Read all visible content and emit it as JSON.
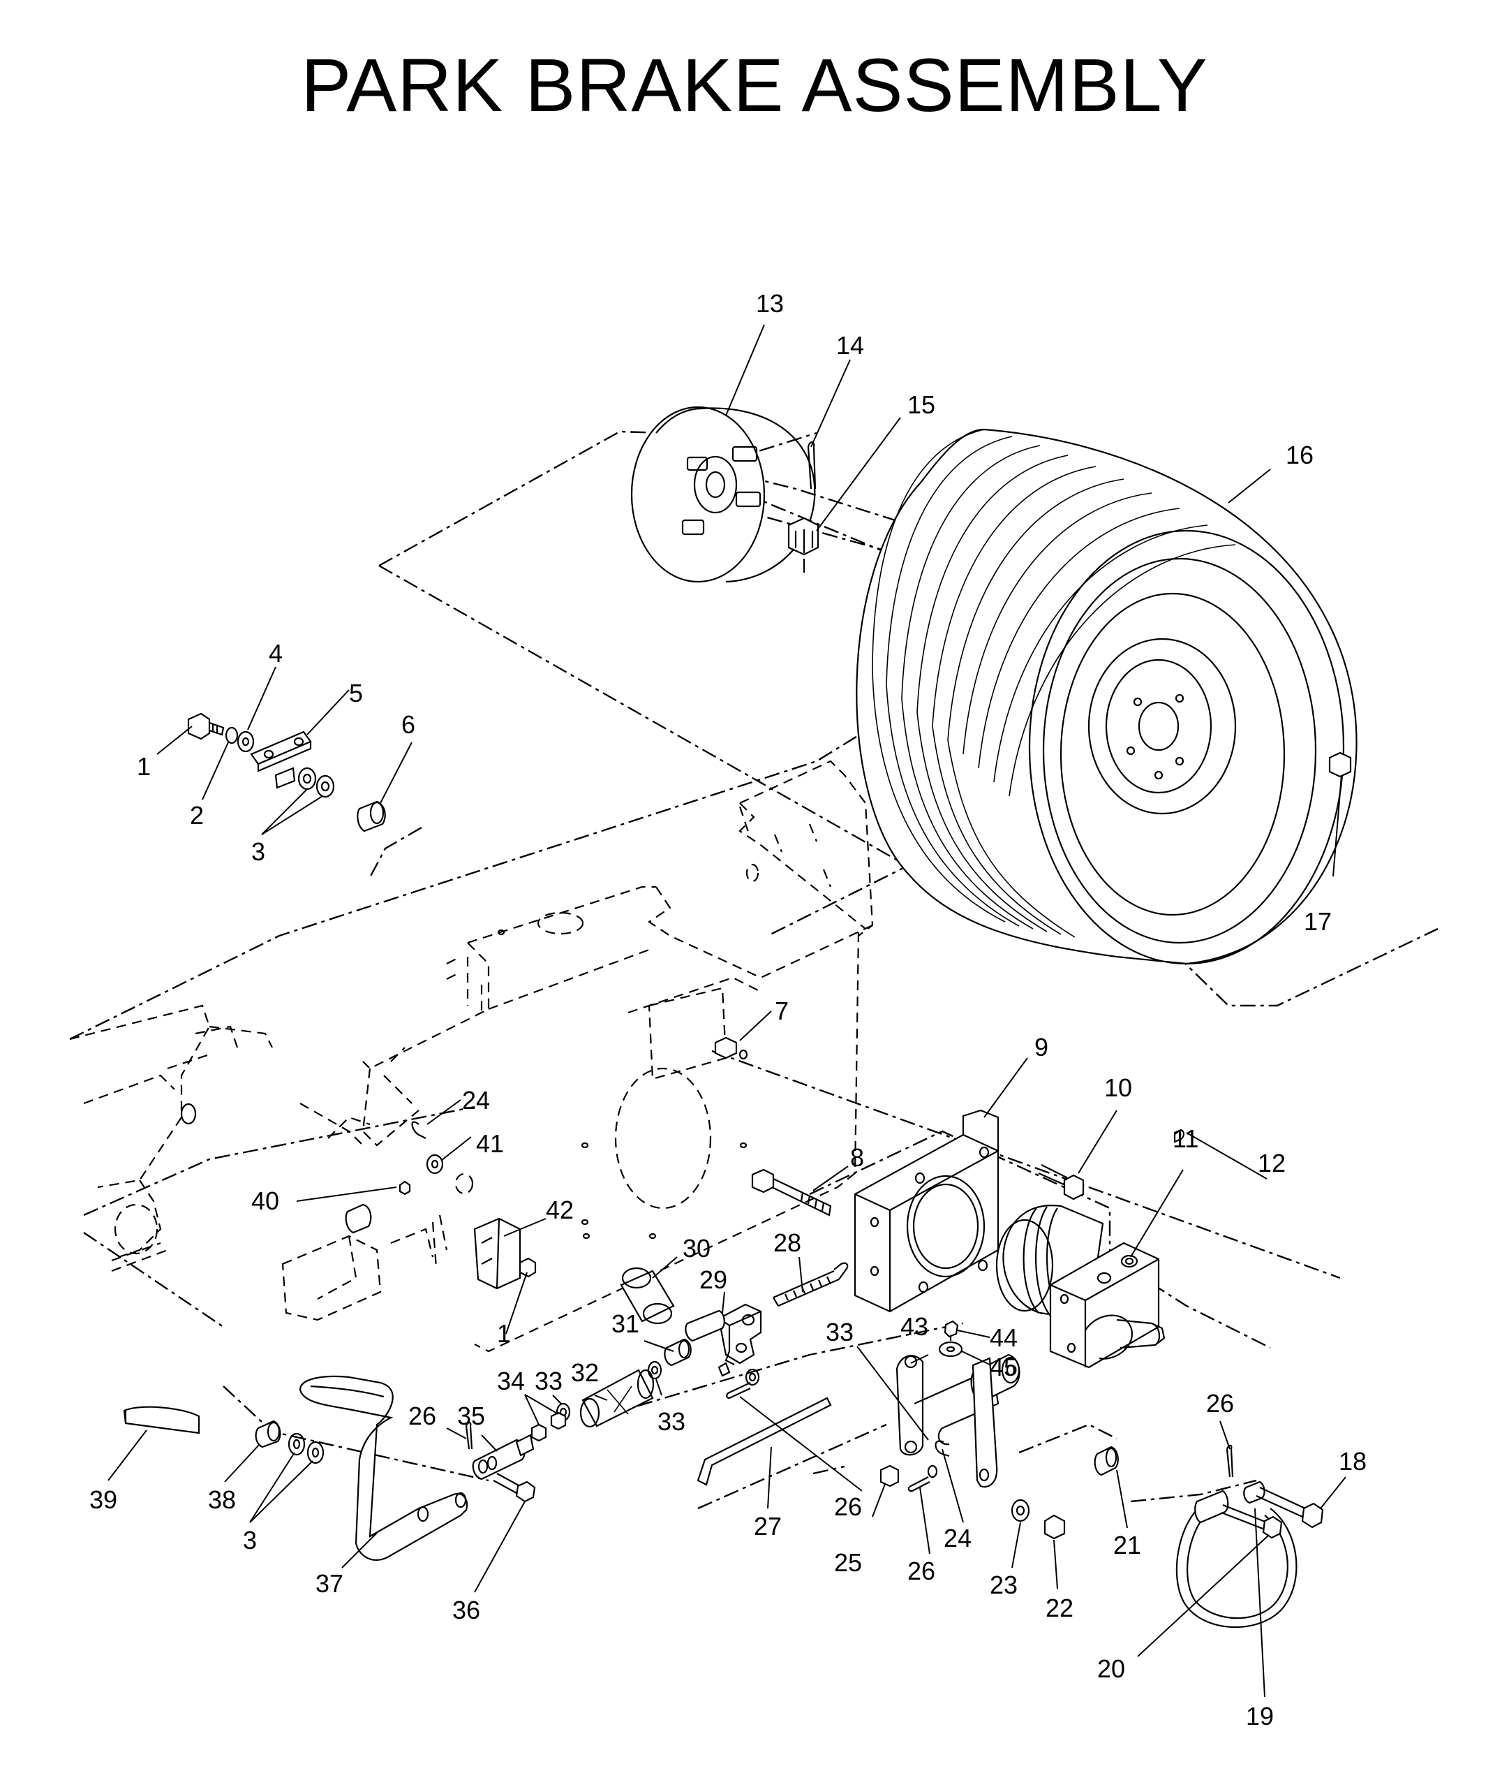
{
  "title": "PARK BRAKE ASSEMBLY",
  "callouts": [
    {
      "id": "c13",
      "text": "13"
    },
    {
      "id": "c14",
      "text": "14"
    },
    {
      "id": "c15",
      "text": "15"
    },
    {
      "id": "c16",
      "text": "16"
    },
    {
      "id": "c4",
      "text": "4"
    },
    {
      "id": "c5",
      "text": "5"
    },
    {
      "id": "c6",
      "text": "6"
    },
    {
      "id": "c1a",
      "text": "1"
    },
    {
      "id": "c2",
      "text": "2"
    },
    {
      "id": "c3a",
      "text": "3"
    },
    {
      "id": "c17",
      "text": "17"
    },
    {
      "id": "c7",
      "text": "7"
    },
    {
      "id": "c9",
      "text": "9"
    },
    {
      "id": "c10",
      "text": "10"
    },
    {
      "id": "c11",
      "text": "11"
    },
    {
      "id": "c12",
      "text": "12"
    },
    {
      "id": "c24a",
      "text": "24"
    },
    {
      "id": "c41",
      "text": "41"
    },
    {
      "id": "c8",
      "text": "8"
    },
    {
      "id": "c40",
      "text": "40"
    },
    {
      "id": "c42",
      "text": "42"
    },
    {
      "id": "c28",
      "text": "28"
    },
    {
      "id": "c30",
      "text": "30"
    },
    {
      "id": "c29",
      "text": "29"
    },
    {
      "id": "c1b",
      "text": "1"
    },
    {
      "id": "c31",
      "text": "31"
    },
    {
      "id": "c33a",
      "text": "33"
    },
    {
      "id": "c43",
      "text": "43"
    },
    {
      "id": "c44",
      "text": "44"
    },
    {
      "id": "c45",
      "text": "45"
    },
    {
      "id": "c32",
      "text": "32"
    },
    {
      "id": "c33b",
      "text": "33"
    },
    {
      "id": "c34",
      "text": "34"
    },
    {
      "id": "c33c",
      "text": "33"
    },
    {
      "id": "c26a",
      "text": "26"
    },
    {
      "id": "c35",
      "text": "35"
    },
    {
      "id": "c26b",
      "text": "26"
    },
    {
      "id": "c18",
      "text": "18"
    },
    {
      "id": "c39",
      "text": "39"
    },
    {
      "id": "c38",
      "text": "38"
    },
    {
      "id": "c3b",
      "text": "3"
    },
    {
      "id": "c27",
      "text": "27"
    },
    {
      "id": "c26c",
      "text": "26"
    },
    {
      "id": "c21",
      "text": "21"
    },
    {
      "id": "c25",
      "text": "25"
    },
    {
      "id": "c24b",
      "text": "24"
    },
    {
      "id": "c37",
      "text": "37"
    },
    {
      "id": "c26d",
      "text": "26"
    },
    {
      "id": "c23",
      "text": "23"
    },
    {
      "id": "c36",
      "text": "36"
    },
    {
      "id": "c22",
      "text": "22"
    },
    {
      "id": "c20",
      "text": "20"
    },
    {
      "id": "c19",
      "text": "19"
    }
  ]
}
